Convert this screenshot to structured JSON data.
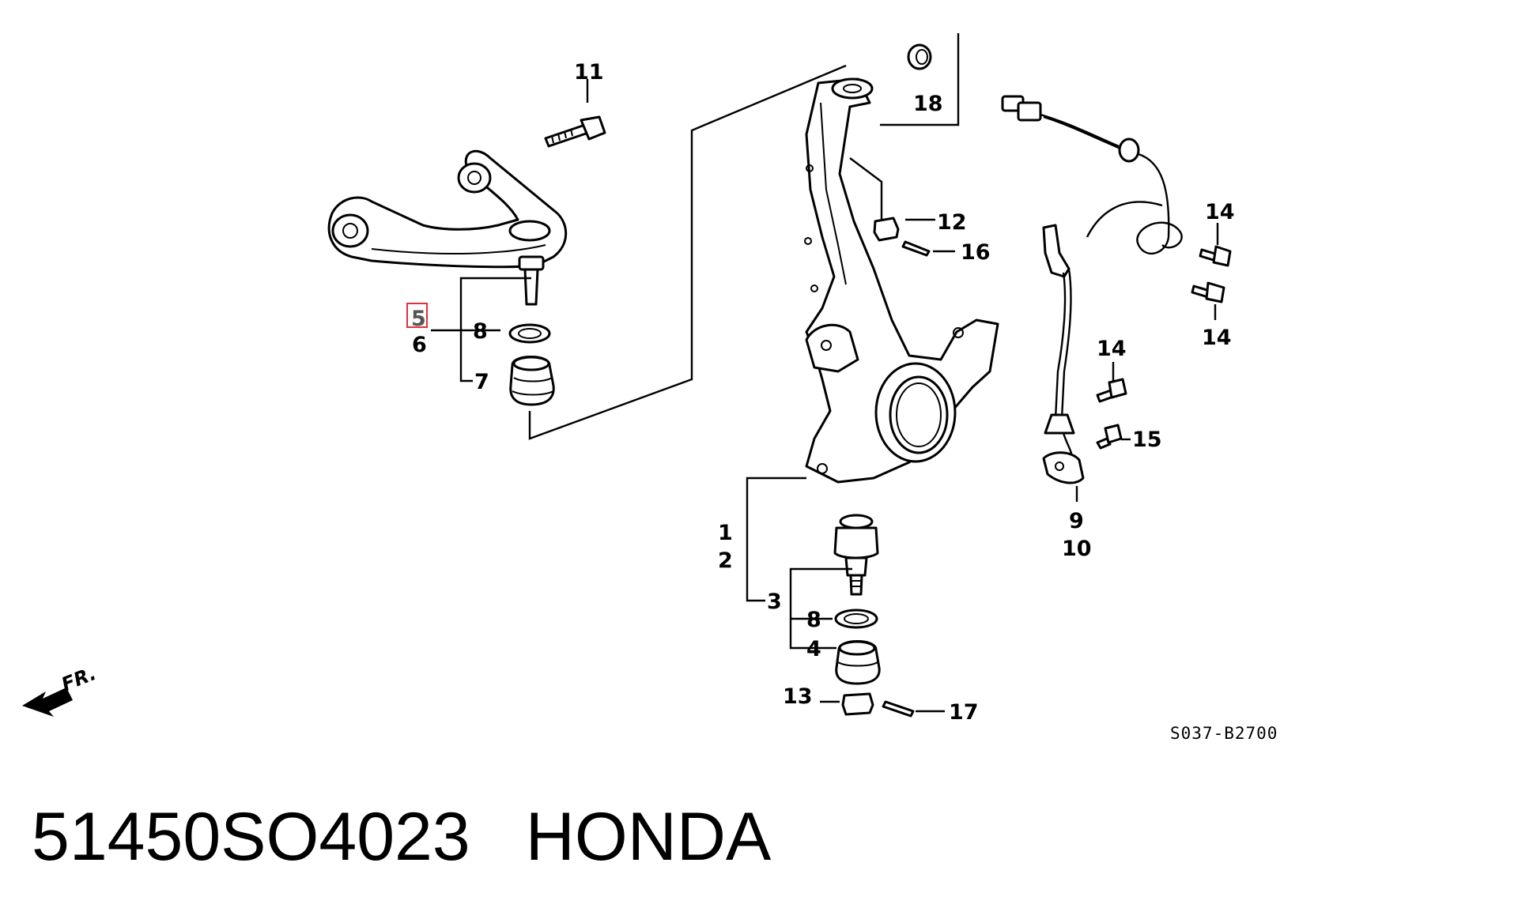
{
  "diagram": {
    "callouts": {
      "c1": "1",
      "c2": "2",
      "c3": "3",
      "c4": "4",
      "c5": "5",
      "c6": "6",
      "c7": "7",
      "c8a": "8",
      "c8b": "8",
      "c9": "9",
      "c10": "10",
      "c11": "11",
      "c12": "12",
      "c13": "13",
      "c14a": "14",
      "c14b": "14",
      "c14c": "14",
      "c15": "15",
      "c16": "16",
      "c17": "17",
      "c18": "18"
    },
    "highlighted_callout": "5",
    "highlight_color": "#e0303a",
    "direction_label": "FR.",
    "diagram_code": "S037-B2700"
  },
  "footer": {
    "part_number": "51450SO4023",
    "brand": "HONDA"
  }
}
